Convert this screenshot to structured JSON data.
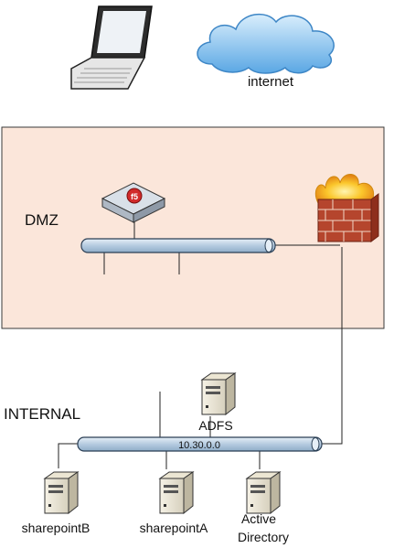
{
  "labels": {
    "internet": "internet",
    "dmz": "DMZ",
    "internal": "INTERNAL",
    "subnet": "10.30.0.0",
    "adfs": "ADFS",
    "sharepoint_b": "sharepointB",
    "sharepoint_a": "sharepointA",
    "active_directory_line1": "Active",
    "active_directory_line2": "Directory"
  },
  "icons": {
    "laptop": "laptop-icon",
    "cloud": "cloud-icon",
    "load_balancer": "f5-load-balancer-icon",
    "firewall": "firewall-icon",
    "server": "server-icon"
  },
  "colors": {
    "dmz_fill": "#fbe6da",
    "dmz_border": "#3a3a3a",
    "bus_fill": "#c3d6e6",
    "bus_border": "#2b3f55",
    "cloud_fill": "#8ec4ee",
    "brick": "#b5452d",
    "flame": "#f6b623"
  }
}
